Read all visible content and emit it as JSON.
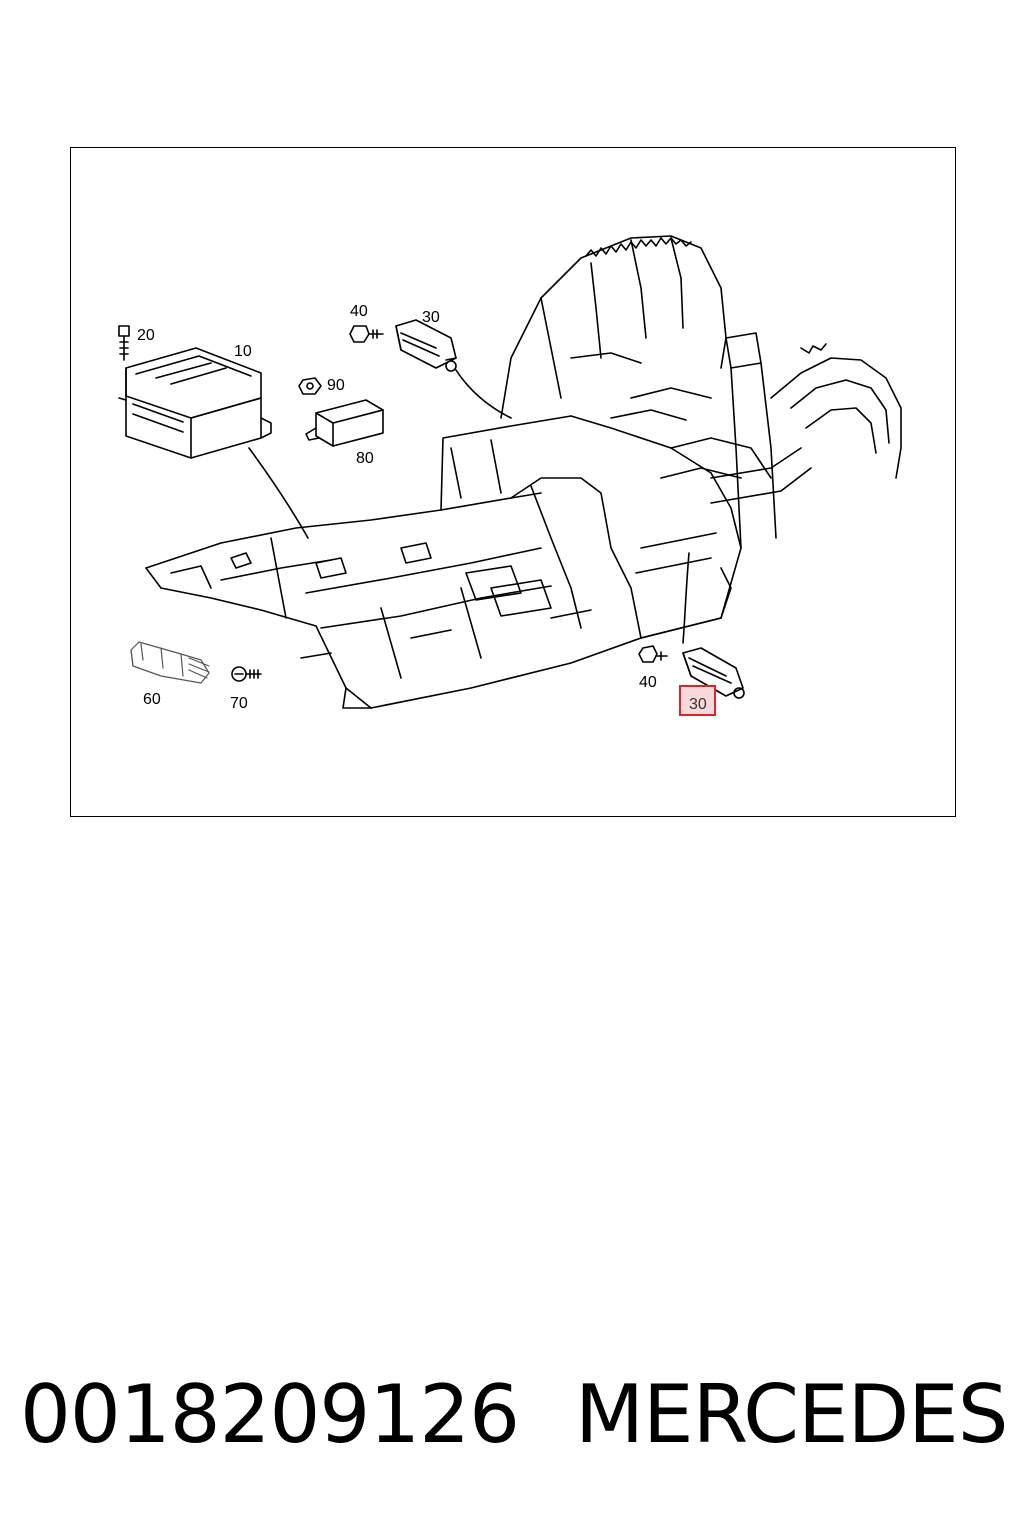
{
  "diagram": {
    "callouts": {
      "c10": "10",
      "c20": "20",
      "c30_top": "30",
      "c40_top": "40",
      "c90": "90",
      "c80": "80",
      "c60": "60",
      "c70": "70",
      "c40_bottom": "40",
      "c30_bottom": "30"
    },
    "highlight_color": "#d9262c",
    "highlight_fill": "#f7d9dc"
  },
  "footer": {
    "part_number": "0018209126",
    "brand": "MERCEDES"
  }
}
